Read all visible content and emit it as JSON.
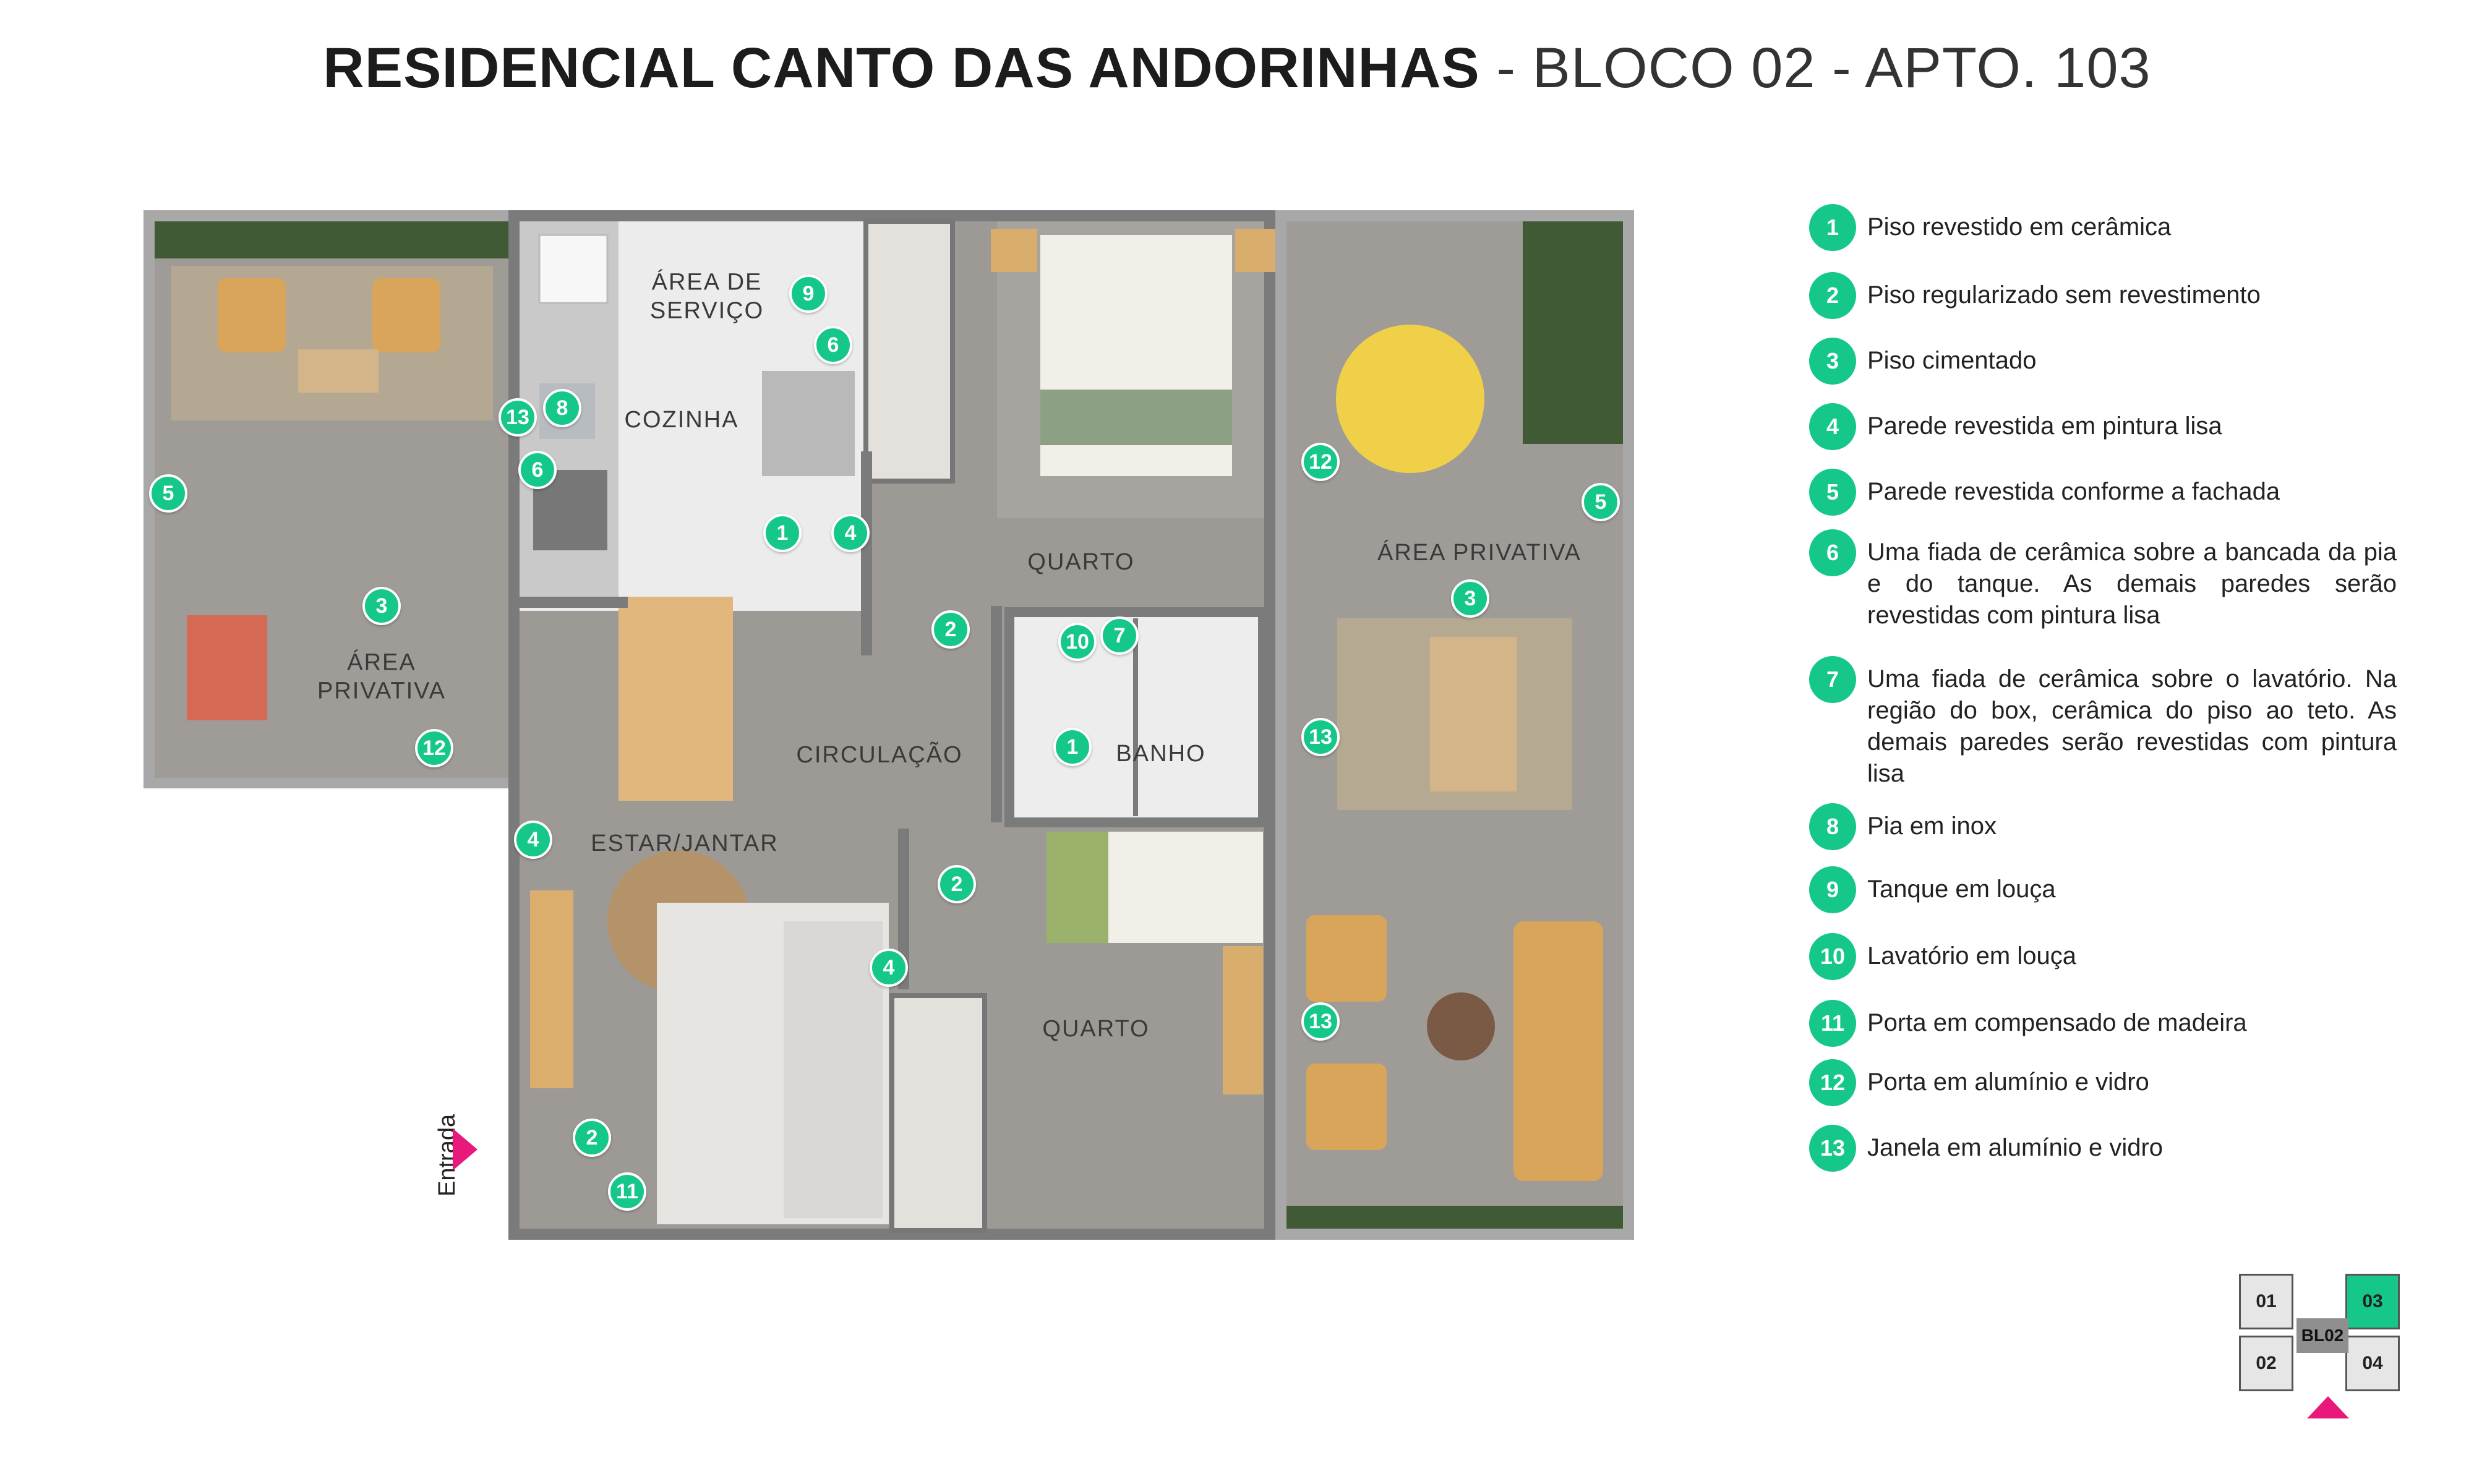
{
  "header": {
    "title_bold": "RESIDENCIAL CANTO DAS ANDORINHAS",
    "title_light": " - BLOCO 02 - APTO. 103"
  },
  "colors": {
    "accent": "#15c88a",
    "pointer": "#e8197a",
    "wall": "#8a8a8a",
    "floor_tile": "#ececec",
    "floor_cement": "#9d9a96"
  },
  "rooms": {
    "area_servico": "ÁREA DE\nSERVIÇO",
    "cozinha": "COZINHA",
    "quarto_top": "QUARTO",
    "area_privativa_right": "ÁREA PRIVATIVA",
    "area_privativa_left": "ÁREA\nPRIVATIVA",
    "banho": "BANHO",
    "circulacao": "CIRCULAÇÃO",
    "estar_jantar": "ESTAR/JANTAR",
    "quarto_bottom": "QUARTO"
  },
  "markers": [
    "9",
    "6",
    "13",
    "8",
    "6",
    "1",
    "4",
    "12",
    "5",
    "5",
    "3",
    "3",
    "2",
    "10",
    "7",
    "1",
    "13",
    "12",
    "4",
    "2",
    "4",
    "13",
    "2",
    "11"
  ],
  "entrance_label": "Entrada",
  "legend": [
    {
      "num": "1",
      "text": "Piso revestido em cerâmica"
    },
    {
      "num": "2",
      "text": "Piso regularizado sem revestimento"
    },
    {
      "num": "3",
      "text": "Piso cimentado"
    },
    {
      "num": "4",
      "text": "Parede revestida em pintura lisa"
    },
    {
      "num": "5",
      "text": "Parede revestida conforme a fachada"
    },
    {
      "num": "6",
      "text": "Uma fiada de cerâmica sobre a bancada da pia e do tanque. As demais paredes serão revestidas com pintura lisa"
    },
    {
      "num": "7",
      "text": "Uma fiada de cerâmica sobre o lavatório. Na região do box, cerâmica do piso ao teto. As demais paredes serão revestidas com pintura lisa"
    },
    {
      "num": "8",
      "text": "Pia em inox"
    },
    {
      "num": "9",
      "text": "Tanque em louça"
    },
    {
      "num": "10",
      "text": "Lavatório em louça"
    },
    {
      "num": "11",
      "text": "Porta em compensado de madeira"
    },
    {
      "num": "12",
      "text": "Porta em alumínio e vidro"
    },
    {
      "num": "13",
      "text": "Janela em alumínio e vidro"
    }
  ],
  "keymap": {
    "units": [
      "01",
      "02",
      "03",
      "04"
    ],
    "active": "03",
    "core": "BL02"
  }
}
